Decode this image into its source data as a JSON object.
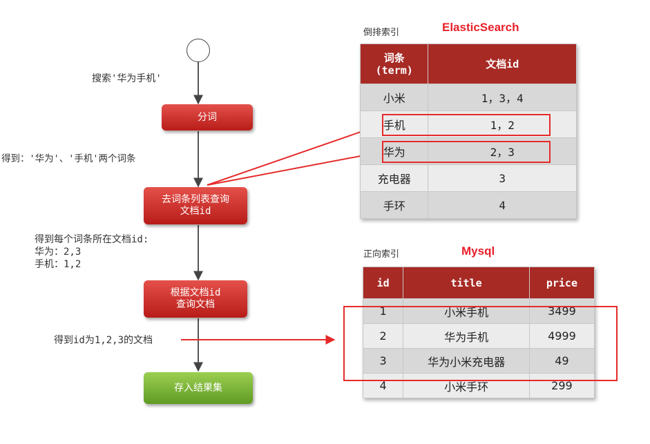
{
  "flow": {
    "step1": "分词",
    "step2_line1": "去词条列表查询",
    "step2_line2": "文档id",
    "step3_line1": "根据文档id",
    "step3_line2": "查询文档",
    "step4": "存入结果集"
  },
  "labels": {
    "search": "搜索'华为手机'",
    "got_terms": "得到：'华为'、'手机'两个词条",
    "got_ids_title": "得到每个词条所在文档id:",
    "got_ids_line1": "华为：2,3",
    "got_ids_line2": "手机：1,2",
    "got_docs": "得到id为1,2,3的文档"
  },
  "inverted": {
    "section": "倒排索引",
    "brand": "ElasticSearch",
    "header_term_1": "词条",
    "header_term_2": "(term)",
    "header_doc": "文档id",
    "rows": [
      {
        "term": "小米",
        "ids": "1，3，4"
      },
      {
        "term": "手机",
        "ids": "1，2"
      },
      {
        "term": "华为",
        "ids": "2，3"
      },
      {
        "term": "充电器",
        "ids": "3"
      },
      {
        "term": "手环",
        "ids": "4"
      }
    ]
  },
  "forward": {
    "section": "正向索引",
    "brand": "Mysql",
    "headers": [
      "id",
      "title",
      "price"
    ],
    "rows": [
      {
        "id": "1",
        "title": "小米手机",
        "price": "3499"
      },
      {
        "id": "2",
        "title": "华为手机",
        "price": "4999"
      },
      {
        "id": "3",
        "title": "华为小米充电器",
        "price": "49"
      },
      {
        "id": "4",
        "title": "小米手环",
        "price": "299"
      }
    ]
  },
  "colors": {
    "header_red": "#a72a25",
    "highlight_red": "#e52a2a",
    "brand_red": "#e8202a",
    "box_green": "#7cb83a"
  }
}
